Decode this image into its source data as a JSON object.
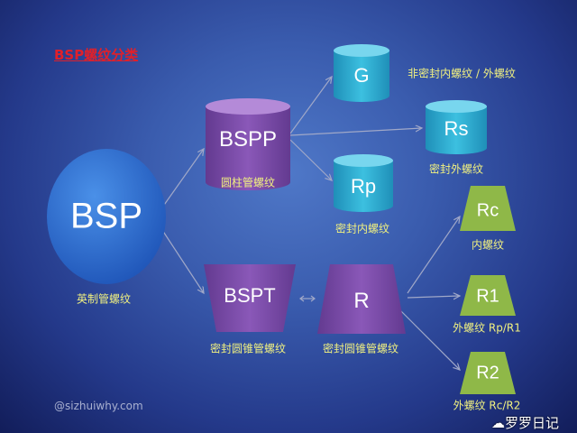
{
  "title": "BSP螺纹分类",
  "nodes": {
    "bsp": {
      "label": "BSP",
      "desc": "英制管螺纹"
    },
    "bspp": {
      "label": "BSPP",
      "desc": "圆柱管螺纹"
    },
    "g": {
      "label": "G",
      "desc": "非密封内螺纹 / 外螺纹"
    },
    "rs": {
      "label": "Rs",
      "desc": "密封外螺纹"
    },
    "rp": {
      "label": "Rp",
      "desc": "密封内螺纹"
    },
    "rc": {
      "label": "Rc",
      "desc": "内螺纹"
    },
    "bspt": {
      "label": "BSPT",
      "desc": "密封圆锥管螺纹"
    },
    "r": {
      "label": "R",
      "desc": "密封圆锥管螺纹"
    },
    "r1": {
      "label": "R1",
      "desc": "外螺纹 Rp/R1"
    },
    "r2": {
      "label": "R2",
      "desc": "外螺纹 Rc/R2"
    }
  },
  "footer": "@sizhuiwhy.com",
  "watermark": "罗罗日记",
  "colors": {
    "bsp": "#2f6fd0",
    "purple": "#7a4aa8",
    "teal": "#2aa6c8",
    "green": "#8fb848",
    "title": "#e0202a",
    "label": "#f0f080"
  }
}
